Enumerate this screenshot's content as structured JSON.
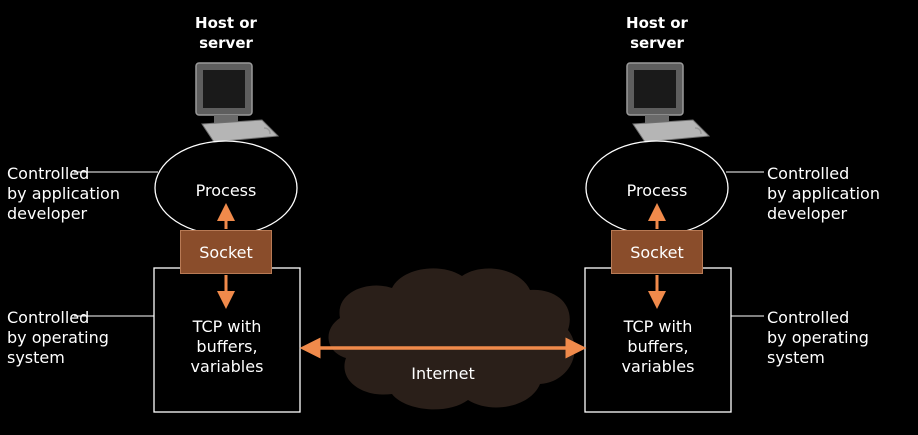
{
  "left_host": {
    "title": "Host or\nserver",
    "process_label": "Process",
    "socket_label": "Socket",
    "tcp_label": "TCP with\nbuffers,\nvariables",
    "app_control_label": "Controlled\nby application\ndeveloper",
    "os_control_label": "Controlled\nby operating\nsystem"
  },
  "right_host": {
    "title": "Host or\nserver",
    "process_label": "Process",
    "socket_label": "Socket",
    "tcp_label": "TCP with\nbuffers,\nvariables",
    "app_control_label": "Controlled\nby application\ndeveloper",
    "os_control_label": "Controlled\nby operating\nsystem"
  },
  "network": {
    "label": "Internet"
  },
  "colors": {
    "background": "#000000",
    "socket_fill": "#8a4d2b",
    "arrow": "#f08a4b",
    "cloud": "#2a1f19",
    "outline": "#ffffff"
  },
  "icons": {
    "computer": "computer-icon"
  }
}
